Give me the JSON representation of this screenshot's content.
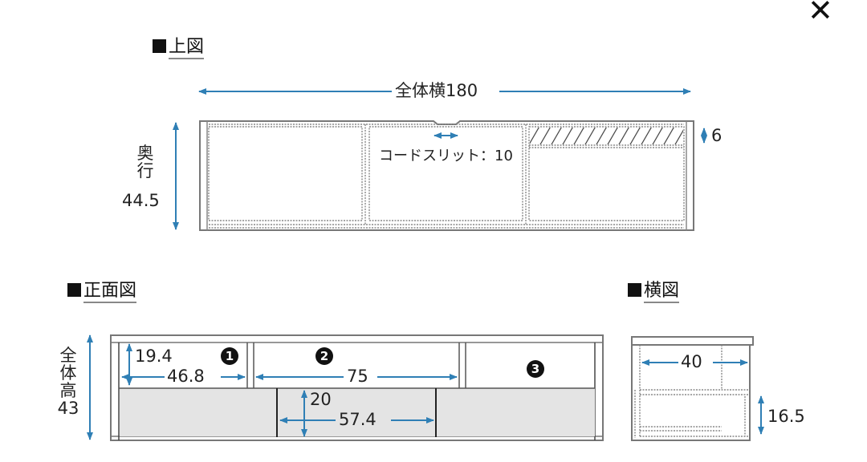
{
  "close_label": "✕",
  "top_view": {
    "heading": "上図",
    "width_label": "全体横180",
    "depth_label_chars": [
      "奥",
      "行"
    ],
    "depth_value": "44.5",
    "cord_slit_label": "コードスリット：10",
    "slit_depth_value": "6"
  },
  "front_view": {
    "heading": "正面図",
    "height_label_chars": [
      "全",
      "体",
      "高"
    ],
    "height_value": "43",
    "drawer1": {
      "badge": "1",
      "height": "19.4",
      "width": "46.8"
    },
    "drawer2": {
      "badge": "2",
      "width": "75"
    },
    "drawer3": {
      "badge": "3"
    },
    "open_shelf": {
      "height": "20",
      "width": "57.4"
    }
  },
  "side_view": {
    "heading": "横図",
    "inner_depth": "40",
    "lower_height": "16.5"
  },
  "colors": {
    "dimension_line": "#2f7fb5",
    "outline": "#666666",
    "shelf_fill": "#e4e4e4"
  }
}
